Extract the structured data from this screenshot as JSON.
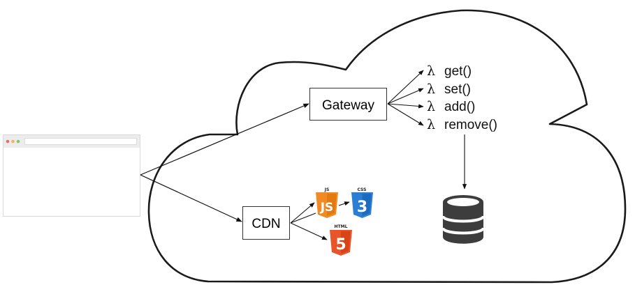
{
  "diagram": {
    "client": {
      "name": "browser-window",
      "traffic_lights": [
        "#e96e6b",
        "#f2b65a",
        "#82c66d"
      ]
    },
    "nodes": {
      "gateway": {
        "label": "Gateway"
      },
      "cdn": {
        "label": "CDN"
      }
    },
    "functions": {
      "symbol": "λ",
      "items": [
        {
          "label": "get()"
        },
        {
          "label": "set()"
        },
        {
          "label": "add()"
        },
        {
          "label": "remove()"
        }
      ]
    },
    "assets": {
      "js": {
        "caption": "JS",
        "glyph": "JS",
        "color": "#f08a24",
        "shade": "#e27a12"
      },
      "css": {
        "caption": "CSS",
        "glyph": "3",
        "color": "#2a7fd4",
        "shade": "#1c6bbd"
      },
      "html": {
        "caption": "HTML",
        "glyph": "5",
        "color": "#e8552a",
        "shade": "#d64418"
      }
    },
    "database": {
      "name": "database",
      "color": "#3d3d3d"
    },
    "edges": [
      {
        "from": "browser-window",
        "to": "gateway"
      },
      {
        "from": "browser-window",
        "to": "cdn"
      },
      {
        "from": "gateway",
        "to": "get()"
      },
      {
        "from": "gateway",
        "to": "set()"
      },
      {
        "from": "gateway",
        "to": "add()"
      },
      {
        "from": "gateway",
        "to": "remove()"
      },
      {
        "from": "remove()",
        "to": "database"
      },
      {
        "from": "cdn",
        "to": "js"
      },
      {
        "from": "cdn",
        "to": "html"
      },
      {
        "from": "js",
        "to": "css"
      }
    ]
  }
}
